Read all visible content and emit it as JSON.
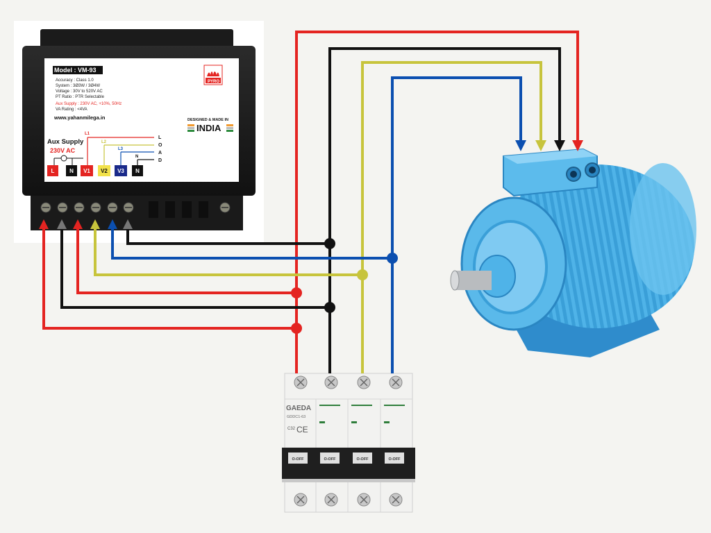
{
  "meter": {
    "model": "Model : VM-93",
    "accuracy": "Accuracy : Class 1.0",
    "system": "System : 3Ø3W / 3Ø4W",
    "voltage": "Voltage : 30V to 520V AC",
    "pt_ratio": "PT Ratio : PTR Selectable",
    "aux_supply_spec": "Aux Supply : 230V AC, +10%, 50Hz",
    "va_rating": "VA Rating : <4VA",
    "website": "www.yahanmilega.in",
    "brand": "PYRO",
    "designed_made_in": "DESIGNED & MADE IN",
    "country": "INDIA",
    "aux_supply_label": "Aux Supply",
    "aux_supply_voltage": "230V AC",
    "terminals": [
      "L",
      "N",
      "V1",
      "V2",
      "V3",
      "N"
    ],
    "phase_labels": [
      "L1",
      "L2",
      "L3",
      "N"
    ],
    "load_letters": [
      "L",
      "O",
      "A",
      "D"
    ]
  },
  "breaker": {
    "brand": "GAEDA",
    "model": "GDDC1-63",
    "rating": "C32",
    "ce_mark": "CE",
    "off_labels": [
      "O-OFF",
      "O-OFF",
      "O-OFF",
      "O-OFF"
    ]
  },
  "colors": {
    "red": "#e42421",
    "black": "#111111",
    "yellow": "#c7c43c",
    "blue": "#0b4fb0",
    "motor": "#4fb3e8"
  }
}
